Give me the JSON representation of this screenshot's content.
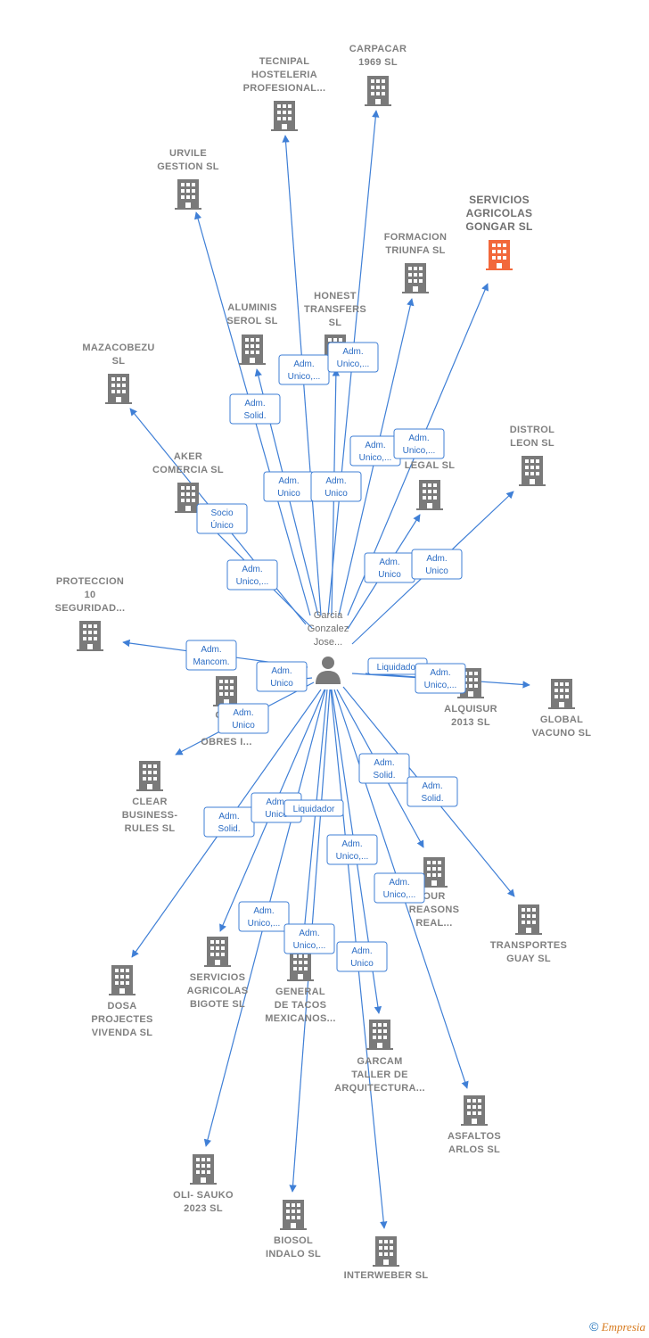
{
  "colors": {
    "edge": "#3f7fd6",
    "building": "#7a7a7a",
    "highlight": "#f2683b",
    "person": "#7a7a7a"
  },
  "center": {
    "lines": [
      "Garcia",
      "Gonzalez",
      "Jose..."
    ],
    "icon": "person-icon"
  },
  "nodes": [
    {
      "id": "tecnipal",
      "lines": [
        "TECNIPAL",
        "HOSTELERIA",
        "PROFESIONAL..."
      ]
    },
    {
      "id": "carpacar",
      "lines": [
        "CARPACAR",
        "1969  SL"
      ]
    },
    {
      "id": "urvile",
      "lines": [
        "URVILE",
        "GESTION  SL"
      ]
    },
    {
      "id": "servicios-gongar",
      "lines": [
        "SERVICIOS",
        "AGRICOLAS",
        "GONGAR  SL"
      ],
      "highlight": true
    },
    {
      "id": "formacion",
      "lines": [
        "FORMACION",
        "TRIUNFA  SL"
      ]
    },
    {
      "id": "aluminis",
      "lines": [
        "ALUMINIS",
        "SEROL  SL"
      ]
    },
    {
      "id": "honest",
      "lines": [
        "HONEST",
        "TRANSFERS",
        "SL"
      ]
    },
    {
      "id": "mazacobezu",
      "lines": [
        "MAZACOBEZU",
        "SL"
      ]
    },
    {
      "id": "distrol",
      "lines": [
        "DISTROL",
        "LEON SL"
      ]
    },
    {
      "id": "se-legal",
      "lines": [
        "SE",
        "LEGAL  SL"
      ]
    },
    {
      "id": "aker",
      "lines": [
        "AKER",
        "COMERCIA  SL"
      ]
    },
    {
      "id": "proteccion",
      "lines": [
        "PROTECCION",
        "10",
        "SEGURIDAD..."
      ]
    },
    {
      "id": "gar-obres",
      "lines": [
        "GAR",
        "OL",
        "OBRES I..."
      ]
    },
    {
      "id": "alquisur",
      "lines": [
        "ALQUISUR",
        "2013  SL"
      ]
    },
    {
      "id": "global",
      "lines": [
        "GLOBAL",
        "VACUNO  SL"
      ]
    },
    {
      "id": "clear",
      "lines": [
        "CLEAR",
        "BUSINESS-",
        "RULES  SL"
      ]
    },
    {
      "id": "four",
      "lines": [
        "OUR",
        "REASONS",
        "REAL..."
      ]
    },
    {
      "id": "transportes",
      "lines": [
        "TRANSPORTES",
        "GUAY SL"
      ]
    },
    {
      "id": "dosa",
      "lines": [
        "DOSA",
        "PROJECTES",
        "VIVENDA  SL"
      ]
    },
    {
      "id": "bigote",
      "lines": [
        "SERVICIOS",
        "AGRICOLAS",
        "BIGOTE  SL"
      ]
    },
    {
      "id": "tacos",
      "lines": [
        "GENERAL",
        "DE TACOS",
        "MEXICANOS..."
      ]
    },
    {
      "id": "garcam",
      "lines": [
        "GARCAM",
        "TALLER DE",
        "ARQUITECTURA..."
      ]
    },
    {
      "id": "asfaltos",
      "lines": [
        "ASFALTOS",
        "ARLOS SL"
      ]
    },
    {
      "id": "olisauko",
      "lines": [
        "OLI- SAUKO",
        "2023  SL"
      ]
    },
    {
      "id": "biosol",
      "lines": [
        "BIOSOL",
        "INDALO  SL"
      ]
    },
    {
      "id": "interweber",
      "lines": [
        "INTERWEBER SL"
      ]
    }
  ],
  "roles": [
    [
      "Adm.",
      "Unico,..."
    ],
    [
      "Adm.",
      "Unico,..."
    ],
    [
      "Adm.",
      "Solid."
    ],
    [
      "Adm.",
      "Unico,..."
    ],
    [
      "Adm.",
      "Unico,..."
    ],
    [
      "Adm.",
      "Unico"
    ],
    [
      "Adm.",
      "Unico"
    ],
    [
      "Socio",
      "Único"
    ],
    [
      "Adm.",
      "Unico,..."
    ],
    [
      "Adm.",
      "Unico"
    ],
    [
      "Adm.",
      "Unico"
    ],
    [
      "Adm.",
      "Mancom."
    ],
    [
      "Adm.",
      "Unico"
    ],
    [
      "Liquidador"
    ],
    [
      "Adm.",
      "Unico,..."
    ],
    [
      "Adm.",
      "Unico"
    ],
    [
      "Adm.",
      "Solid."
    ],
    [
      "Adm.",
      "Solid."
    ],
    [
      "Adm.",
      "Solid."
    ],
    [
      "Adm.",
      "Unico"
    ],
    [
      "Liquidador"
    ],
    [
      "Adm.",
      "Unico,..."
    ],
    [
      "Adm.",
      "Unico,..."
    ],
    [
      "Adm.",
      "Unico,..."
    ],
    [
      "Adm.",
      "Unico,..."
    ],
    [
      "Adm.",
      "Unico"
    ]
  ],
  "footer": {
    "copyright": "©",
    "brand": "Empresia"
  }
}
